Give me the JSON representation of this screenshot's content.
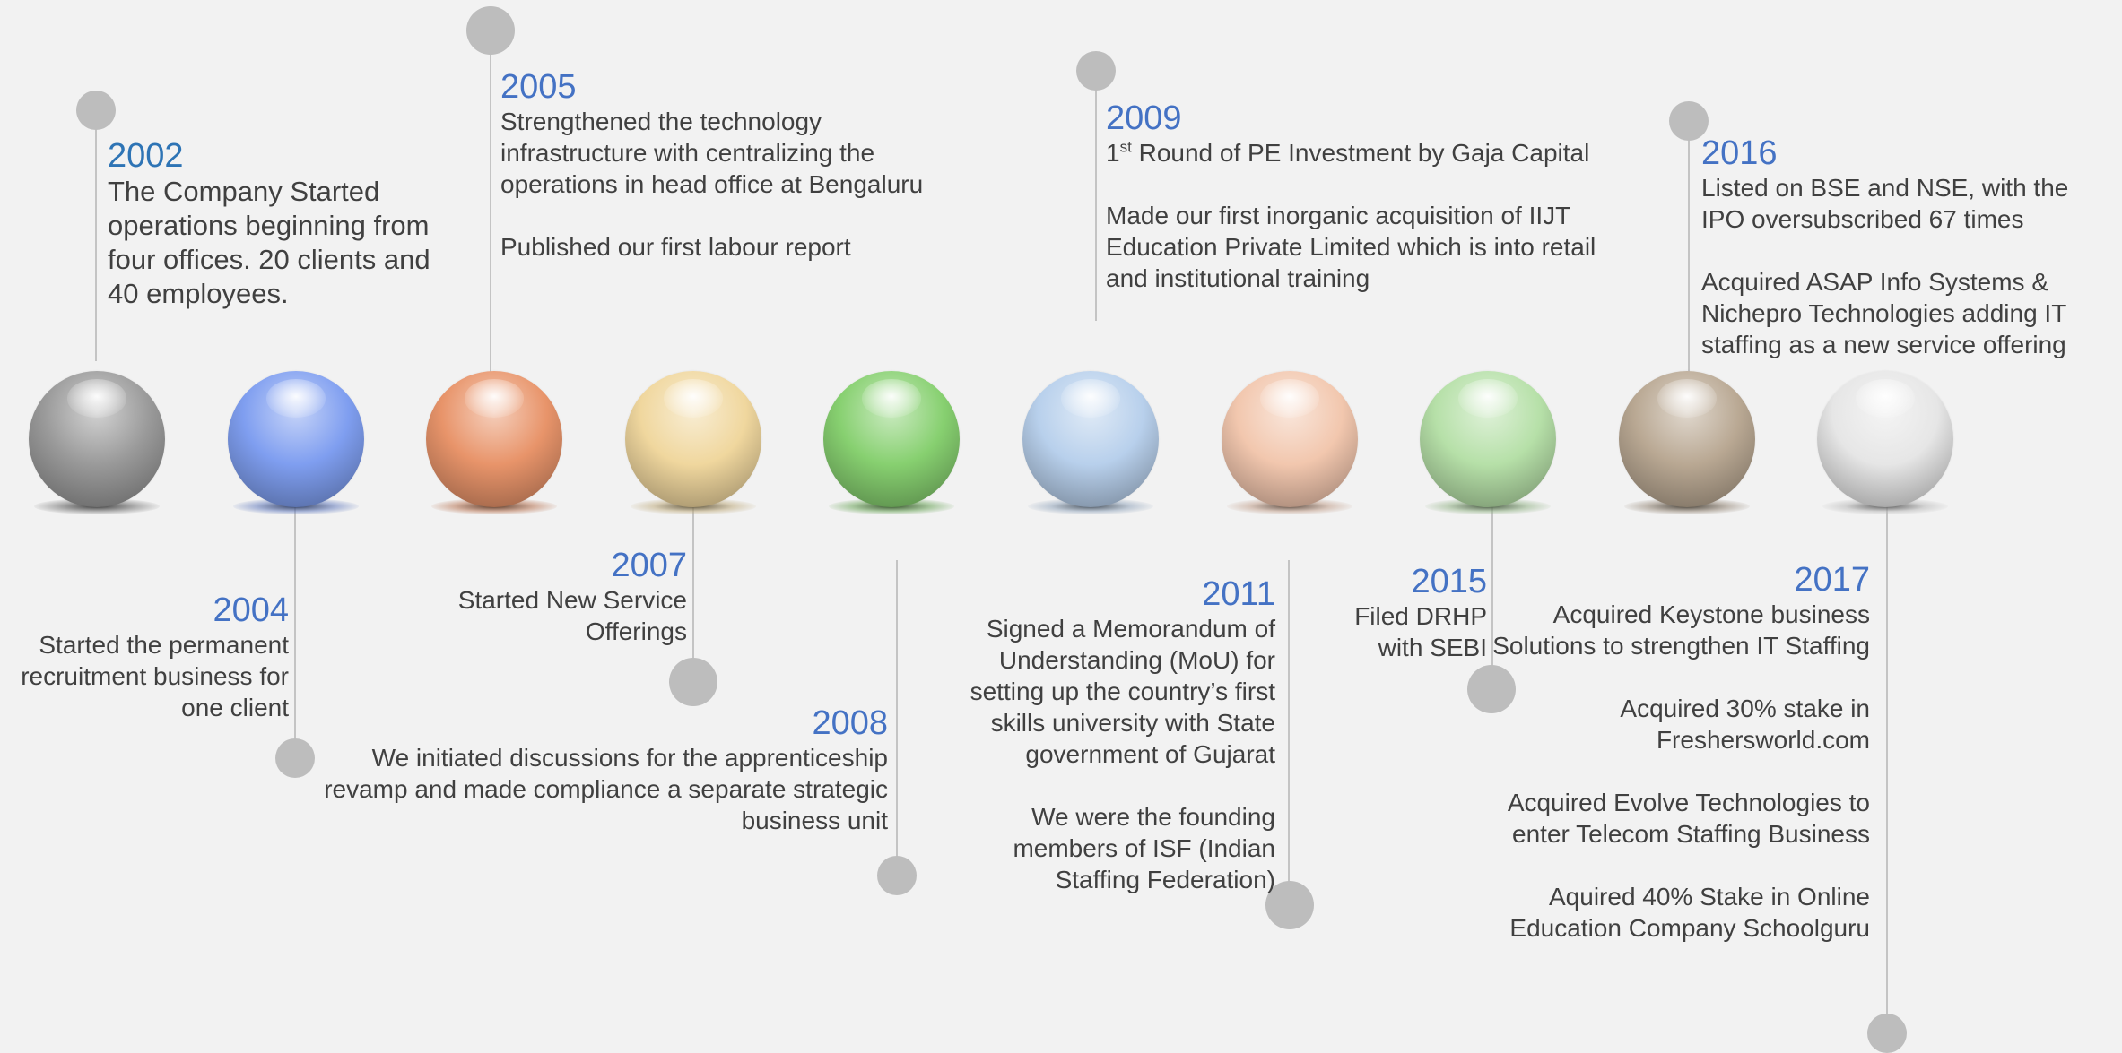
{
  "colors": {
    "background": "#f2f2f2",
    "year": "#4472c4",
    "text": "#404040",
    "connector": "#c4c4c4",
    "dot": "#bdbdbd"
  },
  "spheres": [
    {
      "name": "grey",
      "color": "#9a9a9a"
    },
    {
      "name": "blue",
      "color": "#7f9ef0"
    },
    {
      "name": "orange",
      "color": "#e8946a"
    },
    {
      "name": "cream",
      "color": "#f0d79e"
    },
    {
      "name": "green",
      "color": "#87d070"
    },
    {
      "name": "light-blue",
      "color": "#b8d0ec"
    },
    {
      "name": "peach",
      "color": "#f2c7ae"
    },
    {
      "name": "light-green",
      "color": "#b6e0a8"
    },
    {
      "name": "taupe",
      "color": "#b9a893"
    },
    {
      "name": "white",
      "color": "#e6e6e6"
    }
  ],
  "events": {
    "y2002": {
      "year": "2002",
      "lines": [
        "The Company Started operations beginning from four offices. 20 clients and 40 employees."
      ]
    },
    "y2004": {
      "year": "2004",
      "lines": [
        "Started the permanent recruitment business for one client"
      ]
    },
    "y2005": {
      "year": "2005",
      "lines": [
        "Strengthened the technology infrastructure with centralizing the operations in head office at Bengaluru",
        "Published our first labour report"
      ]
    },
    "y2007": {
      "year": "2007",
      "lines": [
        "Started New Service Offerings"
      ]
    },
    "y2008": {
      "year": "2008",
      "lines": [
        "We initiated discussions for the apprenticeship revamp and made compliance a separate strategic business unit"
      ]
    },
    "y2009": {
      "year": "2009",
      "round_prefix": "1",
      "round_sup": "st",
      "round_rest": " Round of PE Investment by Gaja Capital",
      "lines": [
        "Made our first inorganic acquisition of IIJT Education Private Limited which is into retail and institutional training"
      ]
    },
    "y2011": {
      "year": "2011",
      "lines": [
        "Signed a Memorandum of Understanding (MoU) for setting up the country’s first skills university with State government of Gujarat",
        "We were the founding members of ISF (Indian Staffing Federation)"
      ]
    },
    "y2015": {
      "year": "2015",
      "lines": [
        "Filed DRHP with SEBI"
      ]
    },
    "y2016": {
      "year": "2016",
      "lines": [
        "Listed on BSE and NSE, with the IPO oversubscribed 67 times",
        "Acquired ASAP Info Systems & Nichepro Technologies adding IT staffing as a new service offering"
      ]
    },
    "y2017": {
      "year": "2017",
      "lines": [
        "Acquired Keystone business Solutions to strengthen IT Staffing",
        "Acquired 30%  stake in Freshersworld.com",
        "Acquired Evolve Technologies to enter Telecom Staffing Business",
        "Aquired 40% Stake in  Online Education Company Schoolguru"
      ]
    }
  }
}
